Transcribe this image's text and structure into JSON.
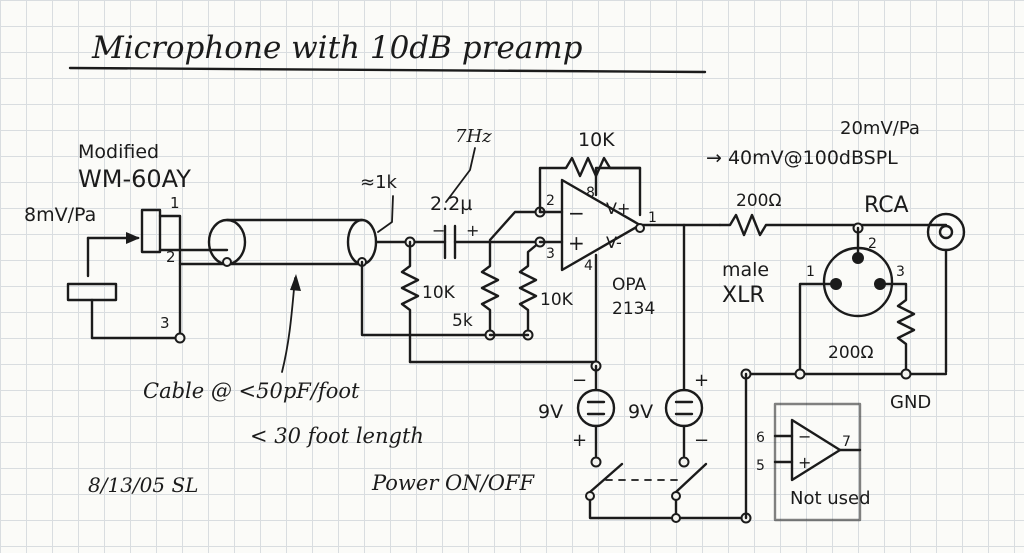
{
  "title": "Microphone with 10dB preamp",
  "labels": {
    "modified": "Modified",
    "mic_model": "WM-60AY",
    "mic_sens": "8mV/Pa",
    "cable_r": "≈1k",
    "hpf_freq": "7Hz",
    "cap_value": "2.2µ",
    "r_feedback": "10K",
    "sens_out1": "20mV/Pa",
    "sens_out2": "→ 40mV@100dBSPL",
    "r_series": "200Ω",
    "rca": "RCA",
    "xlr_male": "male",
    "xlr": "XLR",
    "r_load": "200Ω",
    "r_bias": "10K",
    "r_5k": "5k",
    "r_10k_b": "10K",
    "opamp_model1": "OPA",
    "opamp_model2": "2134",
    "vplus": "V+",
    "vminus": "V-",
    "battery": "9V",
    "battery2": "9V",
    "gnd": "GND",
    "cable_note1": "Cable @ <50pF/foot",
    "cable_note2": "< 30 foot length",
    "date": "8/13/05 SL",
    "power": "Power ON/OFF",
    "not_used": "Not used",
    "pin1": "1",
    "pin2": "2",
    "pin3": "3",
    "op_pin2": "2",
    "op_pin3": "3",
    "op_pin8": "8",
    "op_pin4": "4",
    "op_pin1": "1",
    "xlr_pin1": "1",
    "xlr_pin2": "2",
    "xlr_pin3": "3",
    "nu_pin6": "6",
    "nu_pin5": "5",
    "nu_pin7": "7",
    "op_minus": "−",
    "op_plus": "+",
    "nu_minus": "−",
    "nu_plus": "+",
    "cap_minus": "−",
    "cap_plus": "+",
    "bat1_minus": "−",
    "bat1_plus": "+",
    "bat2_plus": "+",
    "bat2_minus": "−"
  }
}
